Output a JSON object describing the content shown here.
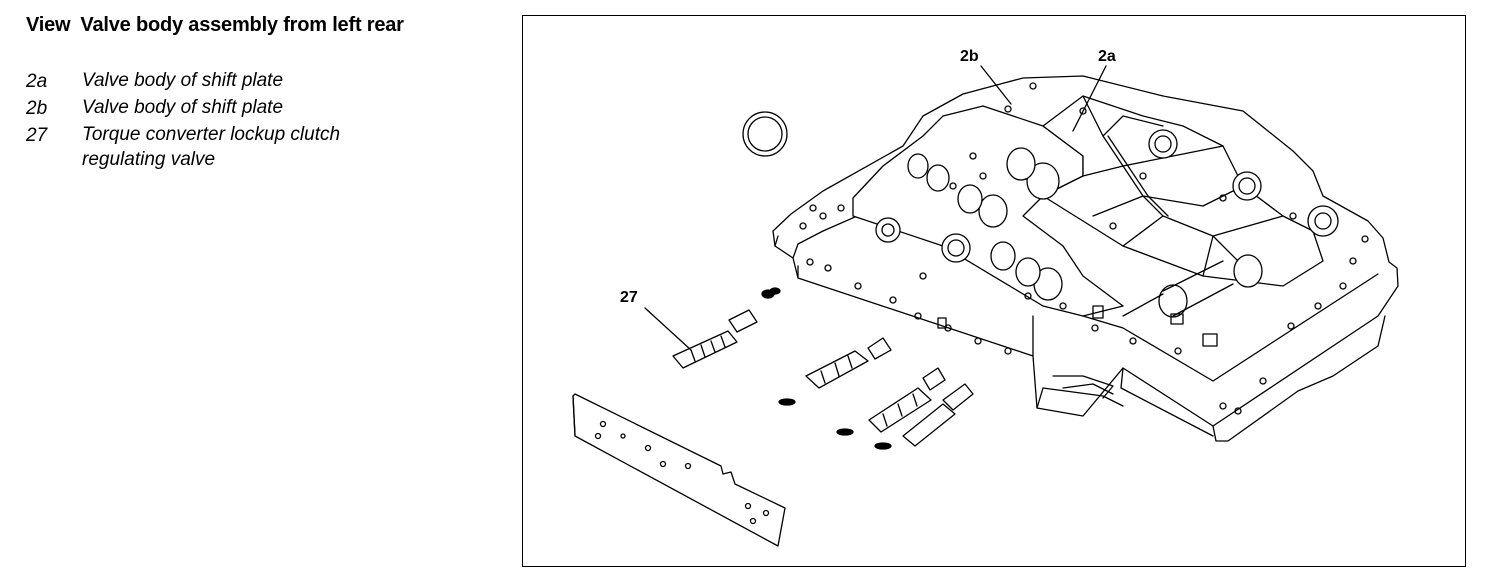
{
  "header": {
    "view_label": "View",
    "title": "Valve body assembly from left rear"
  },
  "legend": [
    {
      "code": "2a",
      "text": "Valve body of shift plate"
    },
    {
      "code": "2b",
      "text": "Valve body of shift plate"
    },
    {
      "code": "27",
      "text": "Torque converter lockup clutch regulating valve"
    }
  ],
  "diagram": {
    "callouts": {
      "c2b": "2b",
      "c2a": "2a",
      "c27": "27"
    }
  }
}
